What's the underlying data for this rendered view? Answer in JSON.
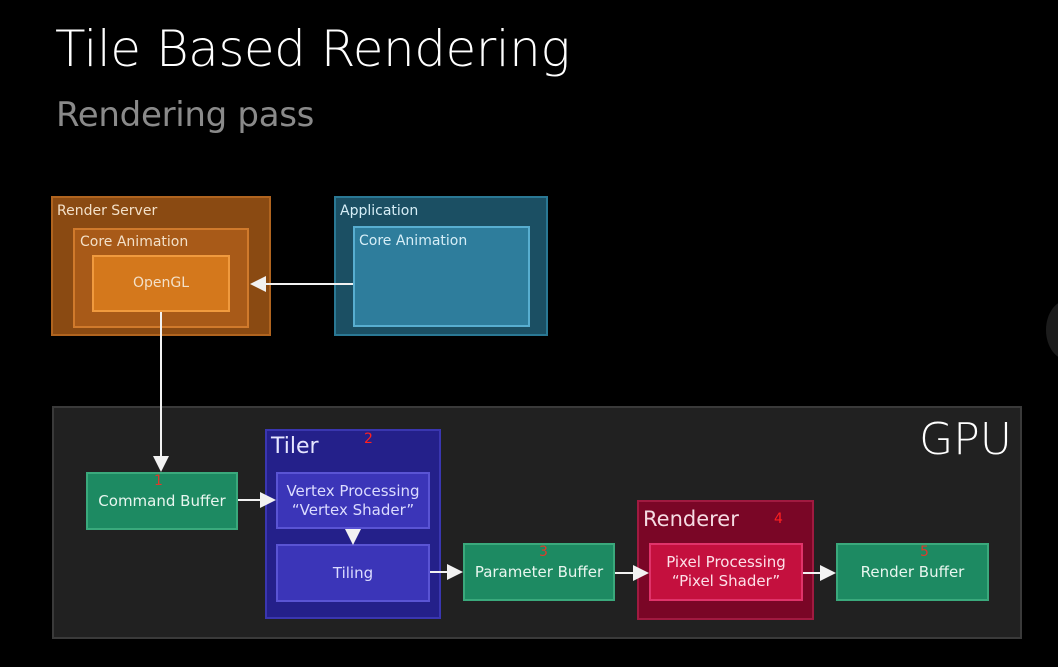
{
  "header": {
    "title": "Tile Based Rendering",
    "subtitle": "Rendering pass"
  },
  "render_server": {
    "label": "Render Server",
    "core_animation_label": "Core Animation",
    "opengl_label": "OpenGL"
  },
  "application": {
    "label": "Application",
    "core_animation_label": "Core Animation"
  },
  "gpu": {
    "label": "GPU",
    "command_buffer": {
      "label": "Command Buffer",
      "step": "1"
    },
    "tiler": {
      "label": "Tiler",
      "step": "2",
      "vertex_processing_line1": "Vertex Processing",
      "vertex_processing_line2": "“Vertex Shader”",
      "tiling_label": "Tiling"
    },
    "parameter_buffer": {
      "label": "Parameter Buffer",
      "step": "3"
    },
    "renderer": {
      "label": "Renderer",
      "step": "4",
      "pixel_processing_line1": "Pixel Processing",
      "pixel_processing_line2": "“Pixel Shader”"
    },
    "render_buffer": {
      "label": "Render Buffer",
      "step": "5"
    }
  },
  "colors": {
    "render_server": "#d4781c",
    "application": "#2e7d9c",
    "buffer_green": "#1d8a62",
    "tiler_purple": "#3b35b8",
    "renderer_red": "#c4103e",
    "step_number": "#ff2020"
  }
}
